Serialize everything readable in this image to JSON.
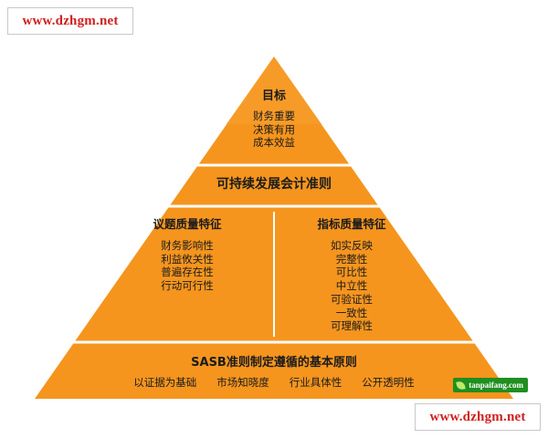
{
  "diagram": {
    "type": "pyramid",
    "fill_color": "#F5951E",
    "fill_color_light": "#F9A73C",
    "divider_color": "#FFFFFF",
    "background": "#FFFFFF",
    "tiers": [
      {
        "id": "goal",
        "title": "目标",
        "lines": [
          "财务重要",
          "决策有用",
          "成本效益"
        ]
      },
      {
        "id": "standards",
        "title": "可持续发展会计准则",
        "lines": []
      },
      {
        "id": "quality",
        "columns": [
          {
            "title": "议题质量特征",
            "lines": [
              "财务影响性",
              "利益攸关性",
              "普遍存在性",
              "行动可行性"
            ]
          },
          {
            "title": "指标质量特征",
            "lines": [
              "如实反映",
              "完整性",
              "可比性",
              "中立性",
              "可验证性",
              "一致性",
              "可理解性"
            ]
          }
        ]
      },
      {
        "id": "principles",
        "title": "SASB准则制定遵循的基本原则",
        "items": [
          "以证据为基础",
          "市场知晓度",
          "行业具体性",
          "公开透明性"
        ]
      }
    ]
  },
  "watermarks": {
    "top_left": "www.dzhgm.net",
    "bottom_right": "www.dzhgm.net",
    "green_badge": "tanpaifang.com"
  }
}
